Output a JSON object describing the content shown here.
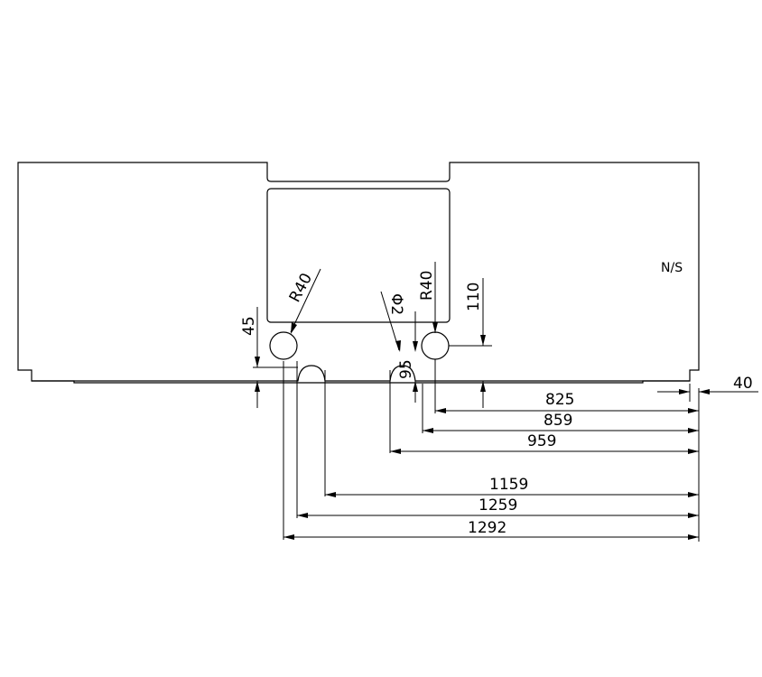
{
  "note": "N/S",
  "dimensions": {
    "d825": "825",
    "d859": "859",
    "d959": "959",
    "d1159": "1159",
    "d1259": "1259",
    "d1292": "1292",
    "d40": "40",
    "d45": "45",
    "d95": "95",
    "d110": "110",
    "r40_left": "R40",
    "r40_right": "R40",
    "phi2": "Φ2"
  }
}
